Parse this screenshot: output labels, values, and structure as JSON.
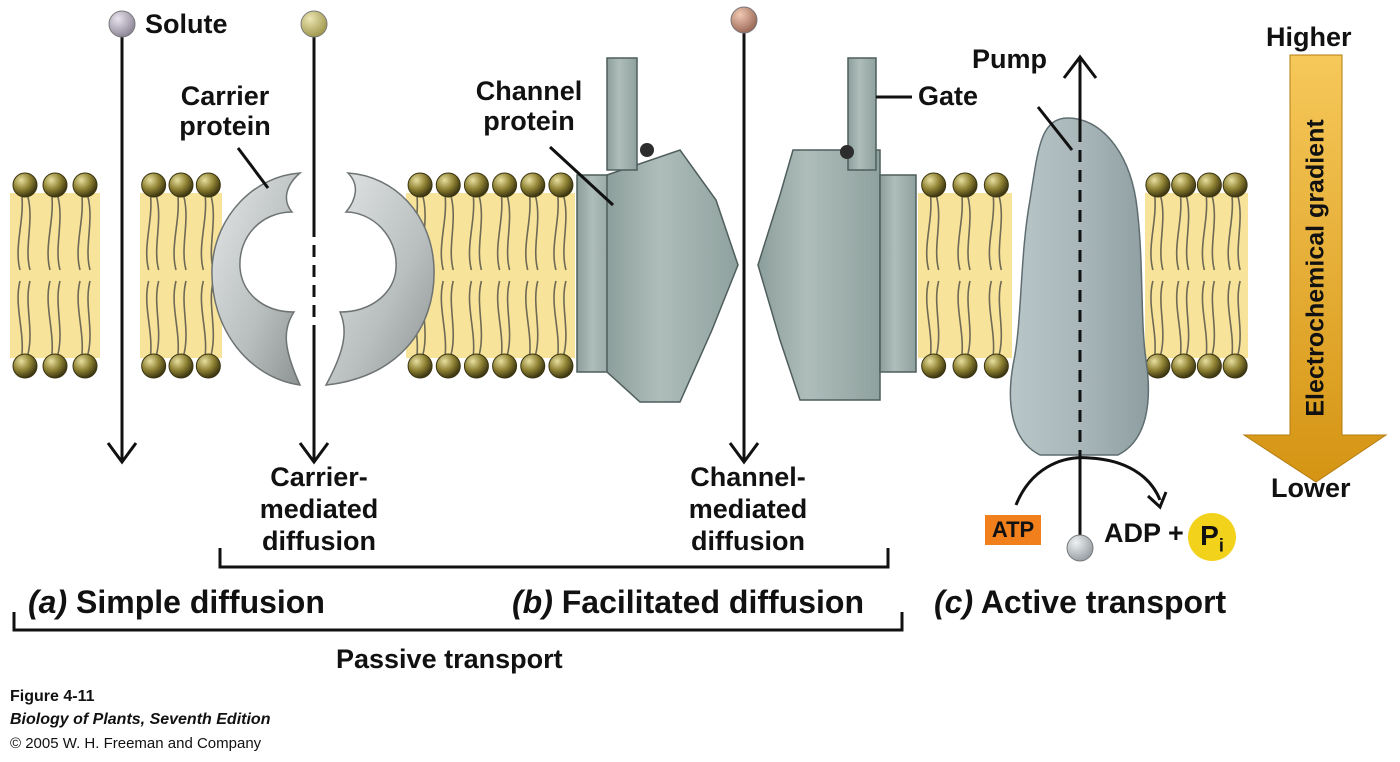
{
  "labels": {
    "solute": "Solute",
    "carrier_protein": [
      "Carrier",
      "protein"
    ],
    "channel_protein": [
      "Channel",
      "protein"
    ],
    "gate": "Gate",
    "pump": "Pump",
    "higher": "Higher",
    "lower": "Lower",
    "gradient": "Electrochemical gradient",
    "carrier_mediated": [
      "Carrier-",
      "mediated",
      "diffusion"
    ],
    "channel_mediated": [
      "Channel-",
      "mediated",
      "diffusion"
    ],
    "atp": "ATP",
    "adp": "ADP +",
    "pi_main": "P",
    "pi_sub": "i"
  },
  "sections": {
    "a_prefix": "(a)",
    "a_title": "Simple diffusion",
    "b_prefix": "(b)",
    "b_title": "Facilitated diffusion",
    "c_prefix": "(c)",
    "c_title": "Active transport",
    "passive": "Passive transport"
  },
  "caption": {
    "figure": "Figure 4-11",
    "book": "Biology of Plants, Seventh Edition",
    "copyright": "© 2005 W. H. Freeman and Company"
  },
  "colors": {
    "lipid_head": "#8a7a2c",
    "lipid_core": "#f8e39a",
    "protein": "#9fb0ad",
    "carrier": "#c9cdcd",
    "arrow_gradient": "#f0b72e",
    "atp": "#f07f1c",
    "pi": "#f2d21b"
  }
}
